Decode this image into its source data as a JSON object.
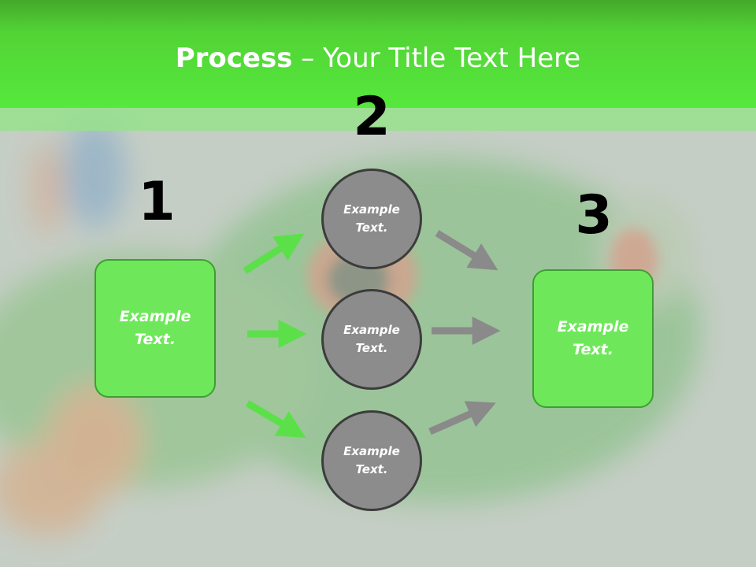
{
  "slide": {
    "title_bold": "Process",
    "title_rest": " – Your Title Text Here"
  },
  "steps": [
    {
      "number": "1",
      "text": "Example\nText."
    },
    {
      "number": "2",
      "circles": [
        "Example\nText.",
        "Example\nText.",
        "Example\nText."
      ]
    },
    {
      "number": "3",
      "text": "Example\nText."
    }
  ],
  "colors": {
    "header_green": "#56e83c",
    "box_green": "#6ee85a",
    "arrow_green": "#5be04a",
    "arrow_gray": "#8a8a8a",
    "circle_gray": "#8c8c8c"
  }
}
